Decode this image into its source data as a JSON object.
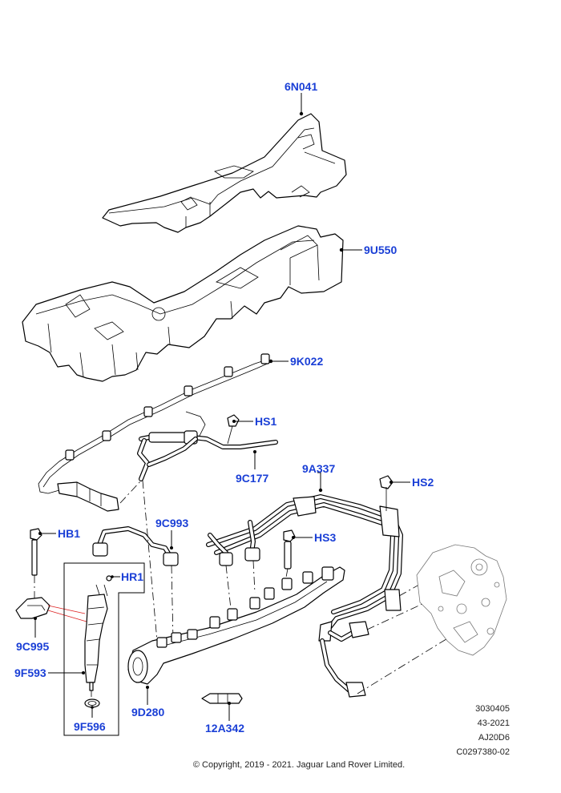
{
  "labels": {
    "cover": "6N041",
    "insulator": "9U550",
    "harness": "9K022",
    "bolt_hs1": "HS1",
    "return_hose": "9C177",
    "bracket_tube": "9A337",
    "bolt_hs2": "HS2",
    "fuel_pipe": "9C993",
    "bolt_hs3": "HS3",
    "bolt_hb1": "HB1",
    "bolt_hr1": "HR1",
    "clamp": "9C995",
    "injector": "9F593",
    "fuel_rail": "9D280",
    "seal": "9F596",
    "glow_plug": "12A342"
  },
  "reference": {
    "line1": "3030405",
    "line2": "43-2021",
    "line3": "AJ20D6",
    "line4": "C0297380-02"
  },
  "copyright": "© Copyright, 2019 - 2021. Jaguar Land Rover Limited.",
  "colors": {
    "label": "#1a3fd6",
    "lines": "#000000",
    "background": "#ffffff"
  }
}
